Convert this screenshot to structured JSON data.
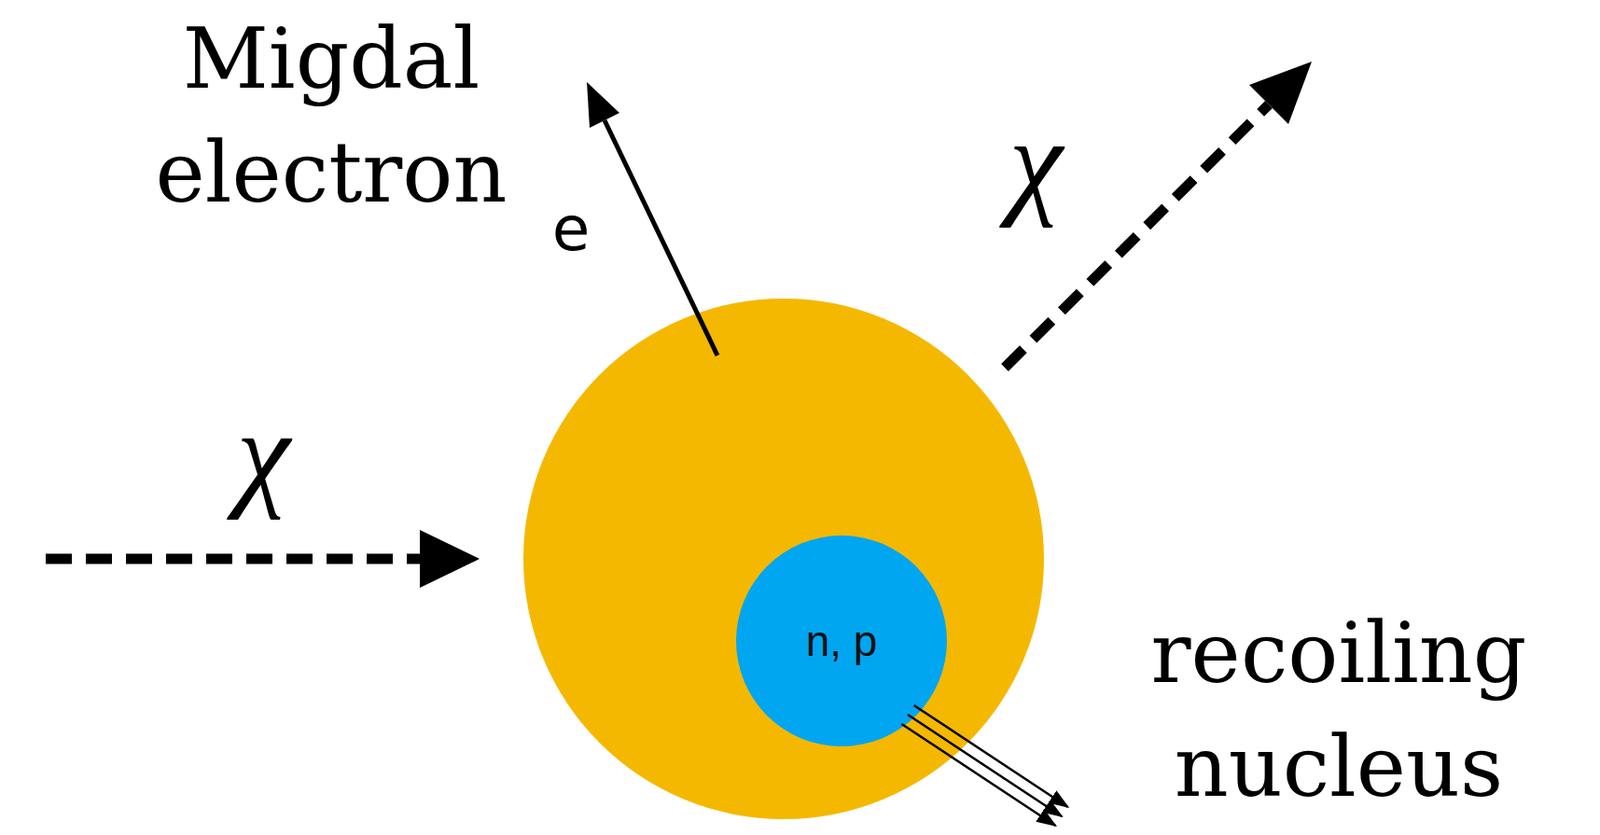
{
  "diagram": {
    "nodes": [
      {
        "text": [
          "n, p"
        ]
      }
    ],
    "labels": [
      "Migdal electron",
      "χ",
      "e",
      "χ",
      "recoiling nucleus"
    ]
  }
}
